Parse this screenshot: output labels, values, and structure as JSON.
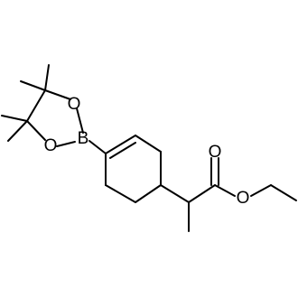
{
  "molecule": {
    "atom_labels": {
      "boron": "B",
      "ring_oxygen_upper": "O",
      "ring_oxygen_lower": "O",
      "carbonyl_oxygen": "O",
      "ester_oxygen": "O"
    },
    "colors": {
      "bond": "#000000",
      "label": "#000000",
      "background": "#ffffff"
    }
  }
}
